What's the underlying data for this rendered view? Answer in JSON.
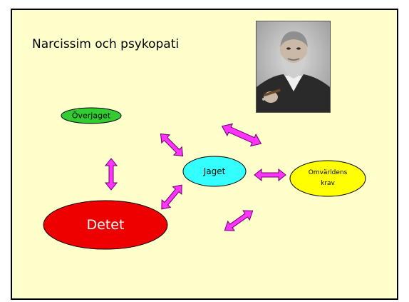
{
  "slide": {
    "title": "Narcissim och psykopati"
  },
  "portrait": {
    "description_icon": "portrait-photo-icon"
  },
  "diagram": {
    "nodes": {
      "overjaget": "Överjaget",
      "jaget": "Jaget",
      "omvarldens_line1": "Omvärldens",
      "omvarldens_line2": "krav",
      "detet": "Detet"
    },
    "colors": {
      "overjaget": "#33cc33",
      "jaget": "#33ffff",
      "omvarldens": "#ffff00",
      "detet": "#ee0000",
      "arrow": "#ff33ff",
      "background": "#ffffcc"
    }
  }
}
